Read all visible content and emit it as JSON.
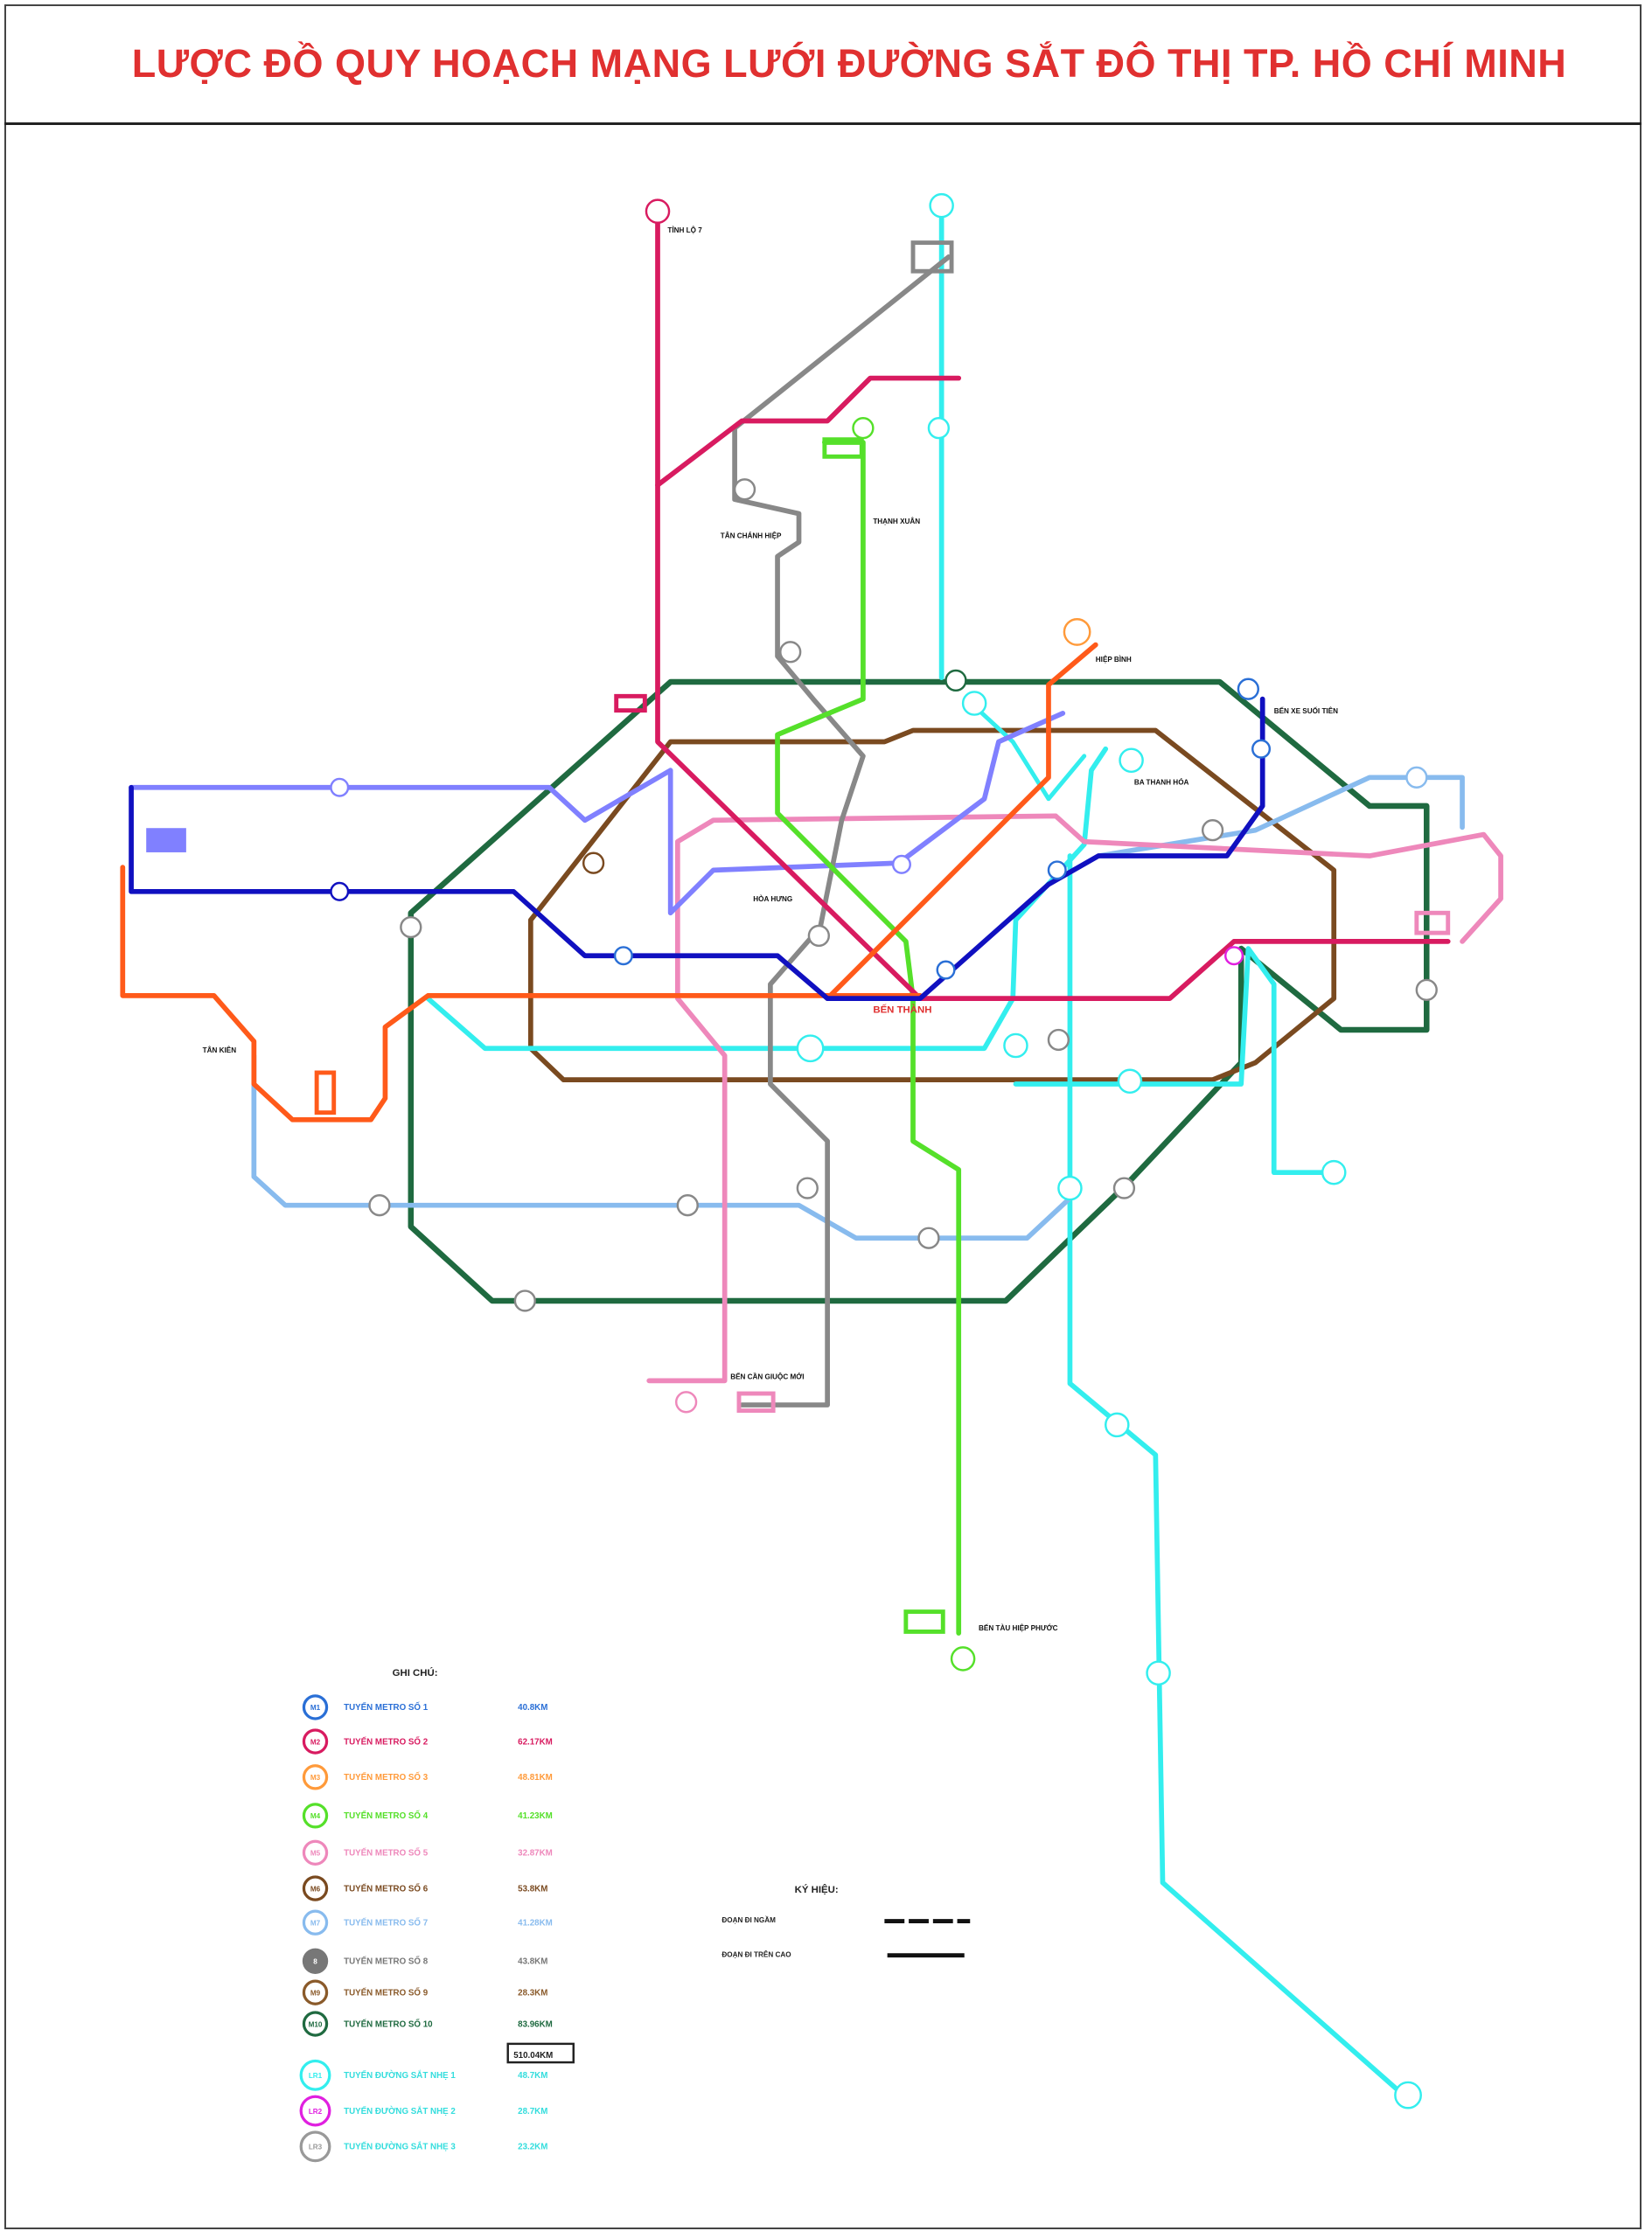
{
  "title": "LƯỢC ĐỒ QUY HOẠCH MẠNG LƯỚI ĐƯỜNG SẮT ĐÔ THỊ TP. HỒ CHÍ MINH",
  "stations": {
    "tinh_lo_7": "TỈNH LỘ 7",
    "tan_chanh_hiep": "TÂN CHÁNH HIỆP",
    "thanh_xuan": "THẠNH XUÂN",
    "hiep_binh": "HIỆP BÌNH",
    "ben_xe_suoi_tien": "BẾN XE SUỐI TIÊN",
    "ba_thanh_hoa": "BA THANH HÓA",
    "hoa_hung": "HÒA HƯNG",
    "ben_thanh": "BẾN THÀNH",
    "tan_kien": "TÂN KIÊN",
    "ben_can_giuoc_moi": "BẾN CẦN GIUỘC MỚI",
    "ben_tau_hiep_phuoc": "BẾN TÀU HIỆP PHƯỚC"
  },
  "legend": {
    "heading": "GHI CHÚ:",
    "items": [
      {
        "label": "TUYẾN METRO SỐ 1",
        "length": "40.8KM",
        "color": "#2a6fd6",
        "badge": "M1"
      },
      {
        "label": "TUYẾN METRO SỐ 2",
        "length": "62.17KM",
        "color": "#d81b60",
        "badge": "M2"
      },
      {
        "label": "TUYẾN METRO SỐ 3",
        "length": "48.81KM",
        "color": "#ff9a3a",
        "badge": "M3"
      },
      {
        "label": "TUYẾN METRO SỐ 4",
        "length": "41.23KM",
        "color": "#55e02a",
        "badge": "M4"
      },
      {
        "label": "TUYẾN METRO SỐ 5",
        "length": "32.87KM",
        "color": "#ee88bb",
        "badge": "M5"
      },
      {
        "label": "TUYẾN METRO SỐ 6",
        "length": "53.8KM",
        "color": "#7a4a20",
        "badge": "M6"
      },
      {
        "label": "TUYẾN METRO SỐ 7",
        "length": "41.28KM",
        "color": "#88bbee",
        "badge": "M7"
      },
      {
        "label": "TUYẾN METRO SỐ 8",
        "length": "43.8KM",
        "color": "#777777",
        "badge": "8"
      },
      {
        "label": "TUYẾN METRO SỐ 9",
        "length": "28.3KM",
        "color": "#8a5a2a",
        "badge": "M9"
      },
      {
        "label": "TUYẾN METRO SỐ 10",
        "length": "83.96KM",
        "color": "#1f6a40",
        "badge": "M10"
      }
    ],
    "total": "510.04KM",
    "light_rail": [
      {
        "label": "TUYẾN ĐƯỜNG SẮT NHẸ 1",
        "length": "48.7KM",
        "color": "#33eeee",
        "badge": "LR1"
      },
      {
        "label": "TUYẾN ĐƯỜNG SẮT NHẸ 2",
        "length": "28.7KM",
        "color": "#e020e0",
        "badge": "LR2"
      },
      {
        "label": "TUYẾN ĐƯỜNG SẮT NHẸ 3",
        "length": "23.2KM",
        "color": "#999999",
        "badge": "LR3"
      }
    ],
    "text_color": "#33dddd"
  },
  "symbols": {
    "heading": "KÝ HIỆU:",
    "underground": "ĐOẠN ĐI NGẦM",
    "elevated": "ĐOẠN ĐI TRÊN CAO"
  }
}
